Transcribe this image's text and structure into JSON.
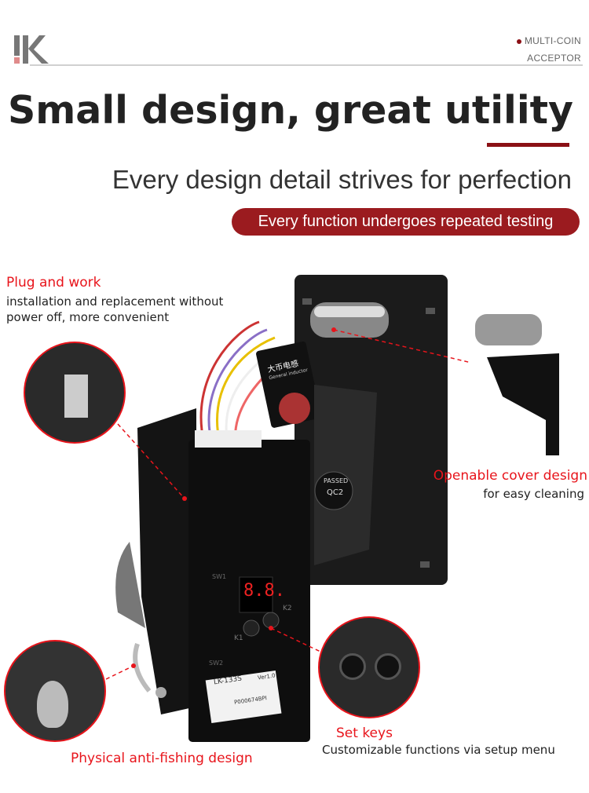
{
  "header": {
    "brand": "LK",
    "tag_line1": "MULTI-COIN",
    "tag_line2": "ACCEPTOR"
  },
  "hero": {
    "title": "Small design, great utility",
    "subtitle": "Every design detail strives for perfection",
    "pill": "Every function undergoes repeated testing"
  },
  "features": [
    {
      "title": "Plug and work",
      "desc_line1": "installation and replacement without",
      "desc_line2": "power off, more convenient"
    },
    {
      "title": "Openable cover design",
      "desc": "for easy cleaning"
    },
    {
      "title": "Set keys",
      "desc": "Customizable functions via setup menu"
    },
    {
      "title": "Physical anti-fishing design"
    }
  ],
  "product": {
    "sensor_cn": "大币电感",
    "sensor_en": "General inductor",
    "qc_line1": "PASSED",
    "qc_line2": "QC2",
    "model": "LK-133S",
    "version": "Ver1.0",
    "serial": "P000674BPI",
    "display": "8.8.",
    "sw1": "SW1",
    "sw2": "SW2",
    "k1": "K1",
    "k2": "K2"
  },
  "colors": {
    "accent": "#8b1015",
    "label_red": "#e8141b",
    "pill": "#9b1b1f"
  }
}
